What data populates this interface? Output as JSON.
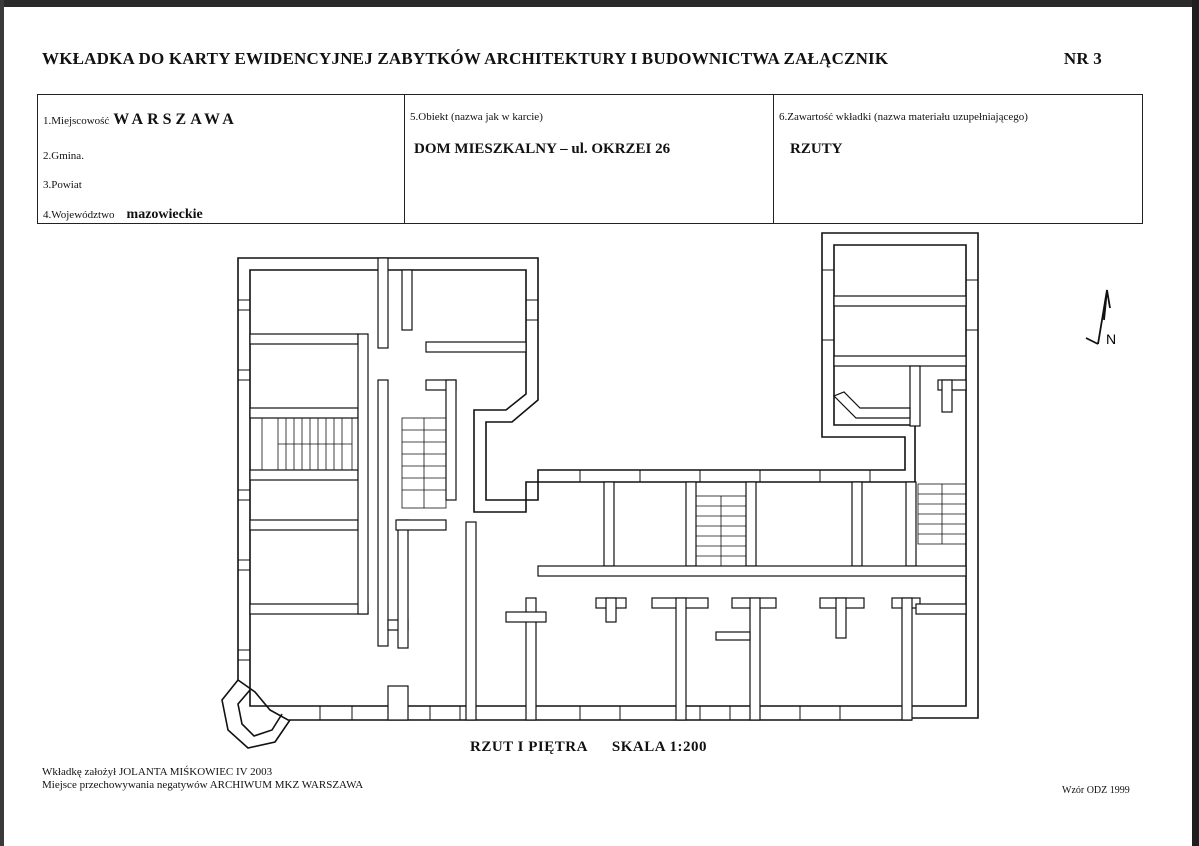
{
  "header": {
    "title": "WKŁADKA DO KARTY EWIDENCYJNEJ ZABYTKÓW ARCHITEKTURY I BUDOWNICTWA ZAŁĄCZNIK",
    "nr": "NR 3"
  },
  "location": {
    "miejscowosc_label": "1.Miejscowość",
    "miejscowosc_value": "WARSZAWA",
    "gmina_label": "2.Gmina.",
    "powiat_label": "3.Powiat",
    "wojewodztwo_label": "4.Województwo",
    "wojewodztwo_value": "mazowieckie"
  },
  "object": {
    "label": "5.Obiekt (nazwa jak w karcie)",
    "value": "DOM MIESZKALNY – ul. OKRZEI 26"
  },
  "contents": {
    "label": "6.Zawartość wkładki (nazwa materiału uzupełniającego)",
    "value": "RZUTY"
  },
  "plan": {
    "caption": "RZUT I PIĘTRA",
    "scale": "SKALA 1:200",
    "north_label": "N"
  },
  "footer": {
    "created_by": "Wkładkę założył  JOLANTA MIŚKOWIEC  IV 2003",
    "negatives_storage": "Miejsce przechowywania negatywów  ARCHIWUM  MKZ WARSZAWA",
    "template": "Wzór ODZ 1999"
  }
}
